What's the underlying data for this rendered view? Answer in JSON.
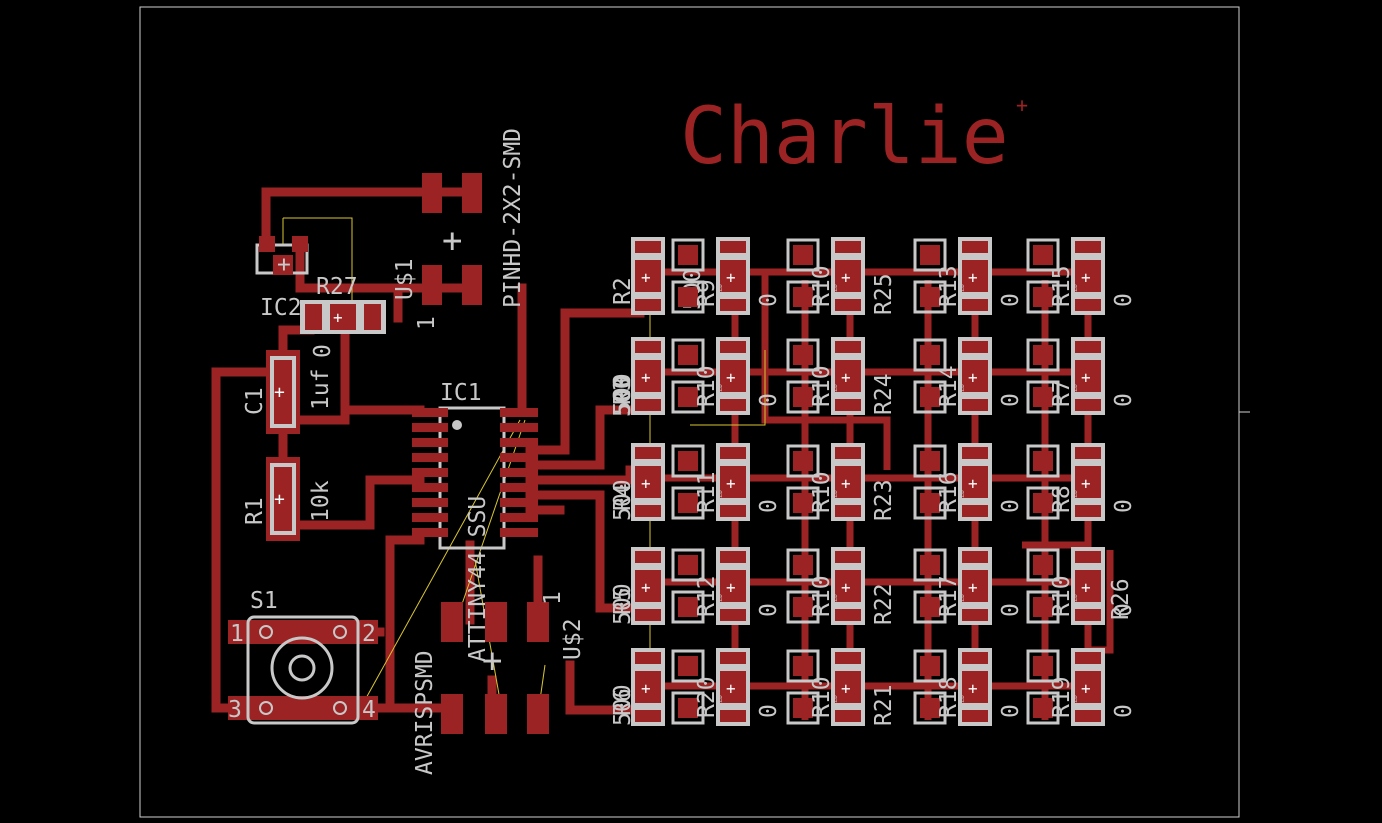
{
  "colors": {
    "background": "#000000",
    "copper": "#9b2323",
    "pad": "#9b2323",
    "silkscreen": "#c8c8c8",
    "outline": "#d0d0d0",
    "airwire": "#d9c632"
  },
  "title": "Charlie",
  "parts": {
    "ic1": {
      "name": "IC1",
      "value": "ATTINY44 SSU"
    },
    "ic2": {
      "name": "IC2"
    },
    "pinhd": {
      "value": "PINHD-2X2-SMD",
      "name": "U$1",
      "pin": "1"
    },
    "r27": {
      "name": "R27",
      "value": "0"
    },
    "c1": {
      "name": "C1",
      "value": "1uf"
    },
    "r1": {
      "name": "R1",
      "value": "10k"
    },
    "s1": {
      "name": "S1",
      "pins": [
        "1",
        "2",
        "3",
        "4"
      ]
    },
    "avrisp": {
      "value": "AVRISPSMD",
      "name": "U$2",
      "pin": "1"
    }
  },
  "matrix": {
    "row_resistors": [
      {
        "name": "R2",
        "value": "500"
      },
      {
        "name": "R3",
        "value": "500"
      },
      {
        "name": "R4",
        "value": "500"
      },
      {
        "name": "R5",
        "value": "500"
      },
      {
        "name": "R6",
        "value": "500"
      }
    ],
    "col_resistors": [
      "R25",
      "R24",
      "R23",
      "R22",
      "R21"
    ],
    "led_resistor_names": [
      [
        "R9",
        "R10",
        "R13",
        "R15"
      ],
      [
        "R10",
        "R10",
        "R14",
        "R7"
      ],
      [
        "R11",
        "R10",
        "R16",
        "R8"
      ],
      [
        "R12",
        "R10",
        "R17",
        "R10"
      ],
      [
        "R20",
        "R10",
        "R18",
        "R19"
      ]
    ],
    "side_value": "0",
    "extra_resistor": "R26"
  }
}
